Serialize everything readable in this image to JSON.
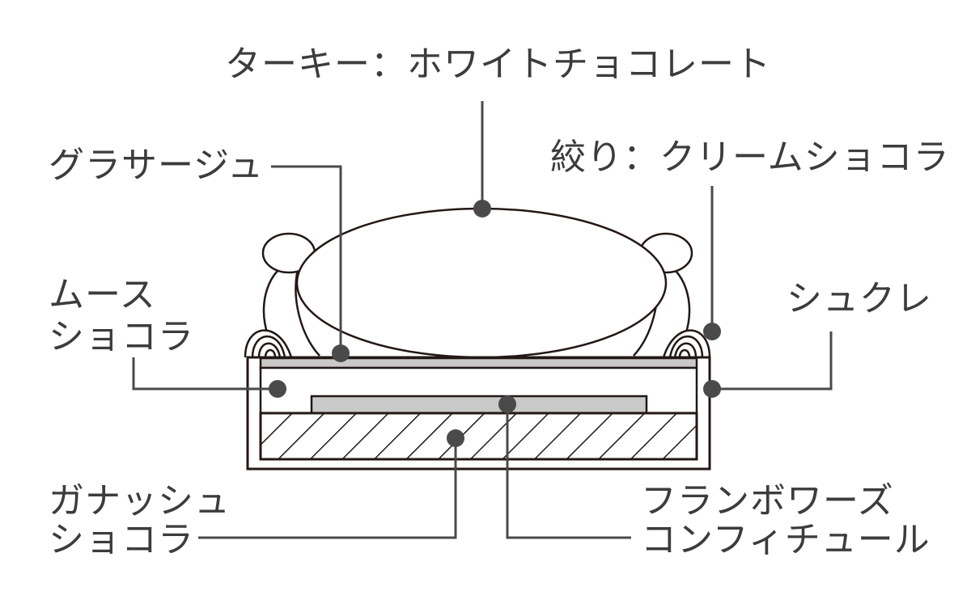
{
  "labels": {
    "turkey": "ターキー：ホワイトチョコレート",
    "glacage": "グラサージュ",
    "shibori": "絞り：クリームショコラ",
    "mousse_1": "ムース",
    "mousse_2": "ショコラ",
    "sucree": "シュクレ",
    "ganache_1": "ガナッシュ",
    "ganache_2": "ショコラ",
    "framboise_1": "フランボワーズ",
    "framboise_2": "コンフィチュール"
  },
  "colors": {
    "line": "#231815",
    "leader": "#4a4a4a",
    "fill_gray": "#c9c9c9"
  }
}
